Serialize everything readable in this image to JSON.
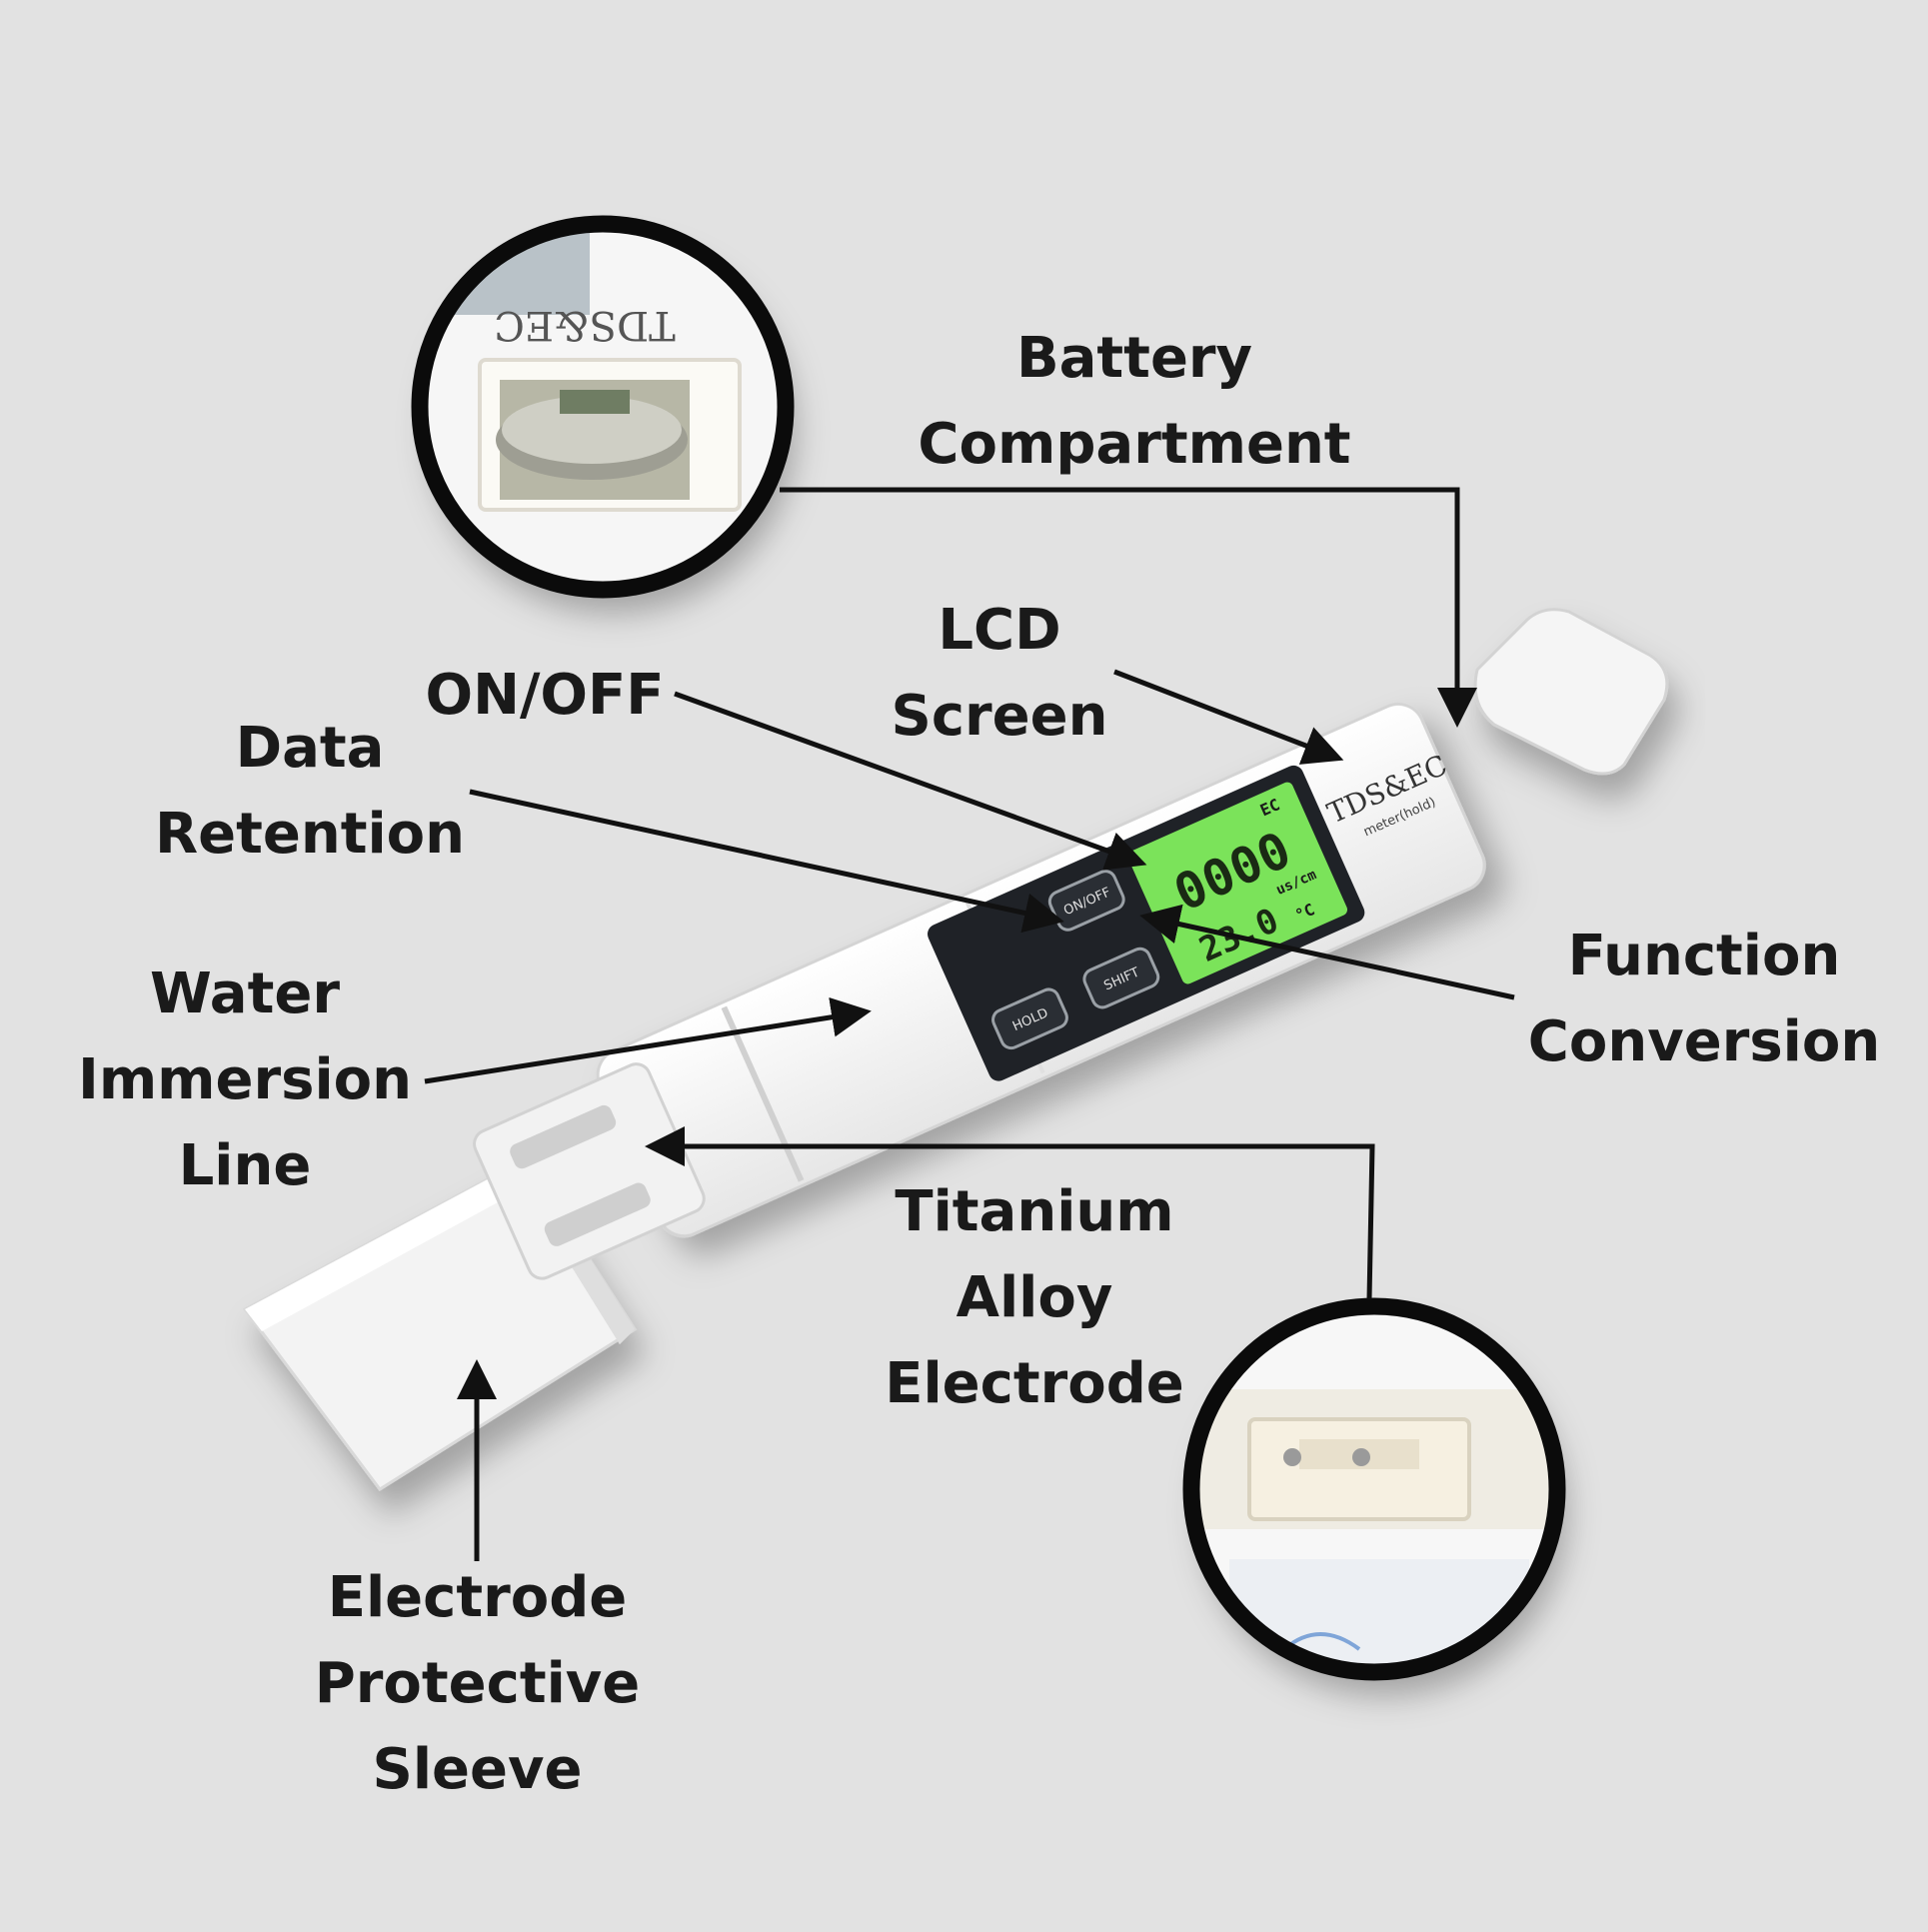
{
  "labels": {
    "battery": [
      "Battery",
      "Compartment"
    ],
    "lcd": [
      "LCD",
      "Screen"
    ],
    "onoff": [
      "ON/OFF"
    ],
    "data_retention": [
      "Data",
      "Retention"
    ],
    "water_line": [
      "Water",
      "Immersion",
      "Line"
    ],
    "function": [
      "Function",
      "Conversion"
    ],
    "titanium": [
      "Titanium",
      "Alloy",
      "Electrode"
    ],
    "sleeve": [
      "Electrode",
      "Protective",
      "Sleeve"
    ]
  },
  "device": {
    "brand": "TDS&EC",
    "subbrand": "meter(hold)",
    "mode_label": "EC",
    "reading": "0000",
    "unit": "us/cm",
    "temperature": "23.0",
    "temp_unit": "°C",
    "button_onoff": "ON/OFF",
    "button_hold": "HOLD",
    "button_shift": "SHIFT"
  },
  "colors": {
    "background": "#e2e2e2",
    "lcd_green": "#7be35a",
    "panel": "#1f2227",
    "device_body": "#f4f4f4",
    "line": "#111111"
  }
}
